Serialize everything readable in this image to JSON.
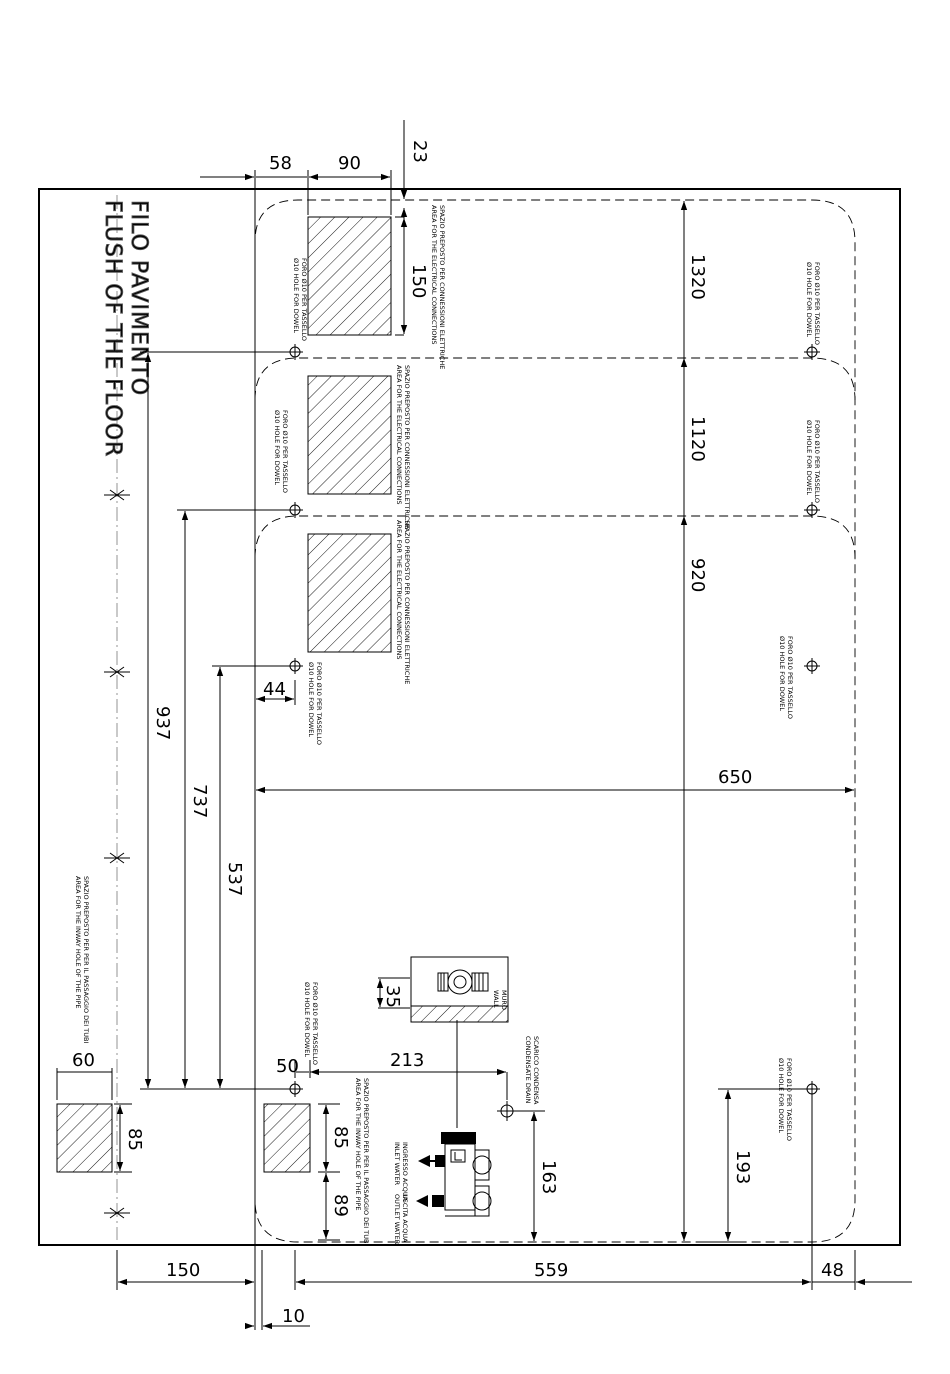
{
  "floor_label": {
    "italian": "FILO PAVIMENTO",
    "english": "FLUSH OF THE FLOOR"
  },
  "dimensions": {
    "d23": "23",
    "d58": "58",
    "d90": "90",
    "d150_top": "150",
    "d1320": "1320",
    "d1120": "1120",
    "d920": "920",
    "d650": "650",
    "d44": "44",
    "d937": "937",
    "d737": "737",
    "d537": "537",
    "d35": "35",
    "d213": "213",
    "d50": "50",
    "d60": "60",
    "d85_left": "85",
    "d85_mid": "85",
    "d89": "89",
    "d163": "163",
    "d193": "193",
    "d150_bottom": "150",
    "d559": "559",
    "d48": "48",
    "d10": "10"
  },
  "notes": {
    "electrical_it": "SPAZIO PREPOSTO PER CONNESSIONI ELETTRICHE",
    "electrical_en": "AREA FOR THE ELECTRICAL CONNECTIONS",
    "dowel_it": "FORO Ø10 PER TASSELLO",
    "dowel_en": "Ø10 HOLE FOR DOWEL",
    "pipe_it": "SPAZIO PREPOSTO PER PER IL PASSAGGIO DEI TUBI",
    "pipe_en": "AREA FOR THE INWAY HOLE OF THE PIPE",
    "drain_it": "SCARICO CONDENSA",
    "drain_en": "CONDENSATE DRAIN",
    "inlet_it": "INGRESSO ACQUA",
    "inlet_en": "INLET WATER",
    "outlet_it": "USCITA ACQUA",
    "outlet_en": "OUTLET WATER",
    "wall_it": "MURO",
    "wall_en": "WALL"
  }
}
